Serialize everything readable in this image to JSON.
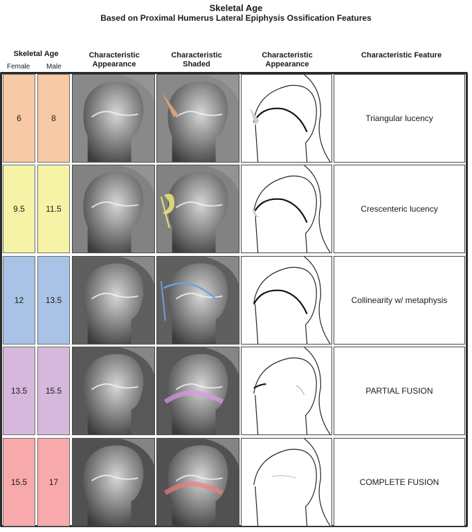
{
  "title": "Skeletal Age",
  "subtitle": "Based on Proximal Humerus Lateral Epiphysis Ossification Features",
  "headers": {
    "skeletal_age": "Skeletal Age",
    "female": "Female",
    "male": "Male",
    "col_appearance": "Characteristic Appearance",
    "col_shaded": "Characteristic Shaded",
    "col_drawing": "Characteristic Appearance",
    "col_feature": "Characteristic Feature"
  },
  "rows": [
    {
      "female": "6",
      "male": "8",
      "feature": "Triangular lucency",
      "color": "#f8c9a6",
      "shade": "#e6b08a"
    },
    {
      "female": "9.5",
      "male": "11.5",
      "feature": "Crescenteric lucency",
      "color": "#f7f3a6",
      "shade": "#e9e27a"
    },
    {
      "female": "12",
      "male": "13.5",
      "feature": "Collinearity w/ metaphysis",
      "color": "#a8c3e6",
      "shade": "#6f9fe0"
    },
    {
      "female": "13.5",
      "male": "15.5",
      "feature": "PARTIAL FUSION",
      "color": "#d5b8dc",
      "shade": "#d99ae6"
    },
    {
      "female": "15.5",
      "male": "17",
      "feature": "COMPLETE FUSION",
      "color": "#f7a9ab",
      "shade": "#f07a7e"
    }
  ]
}
